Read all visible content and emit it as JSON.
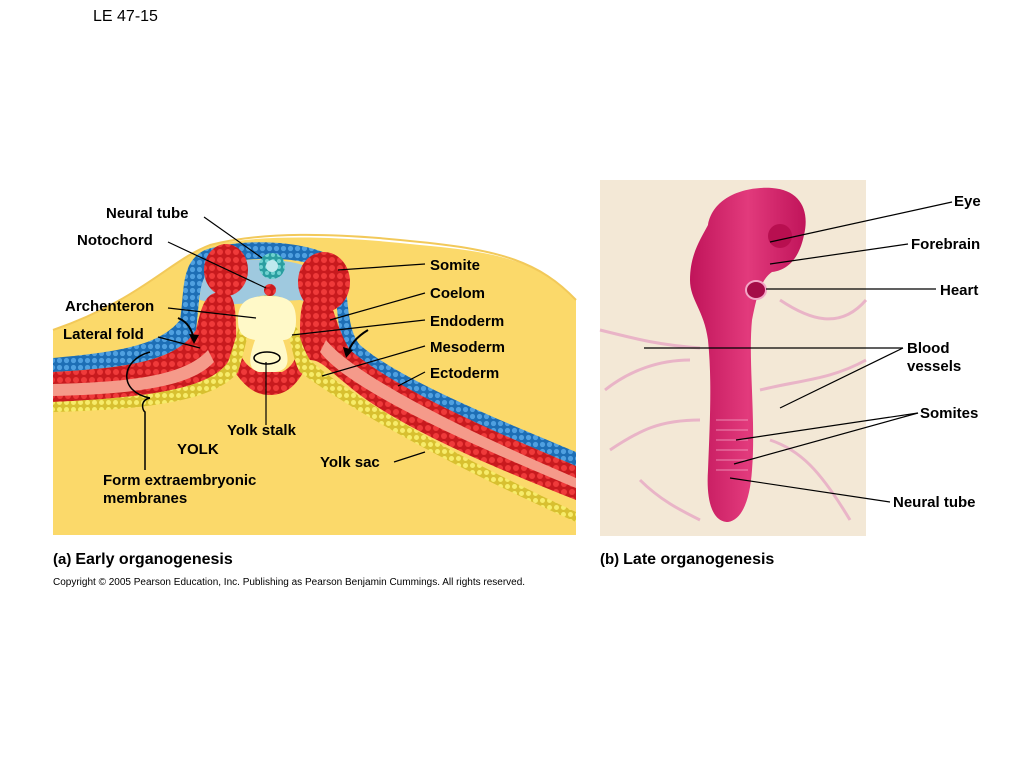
{
  "slide_label": "LE 47-15",
  "panel_a": {
    "caption_tag": "(a)",
    "caption_title": "Early organogenesis",
    "labels": {
      "neural_tube": "Neural tube",
      "notochord": "Notochord",
      "archenteron": "Archenteron",
      "lateral_fold": "Lateral fold",
      "somite": "Somite",
      "coelom": "Coelom",
      "endoderm": "Endoderm",
      "mesoderm": "Mesoderm",
      "ectoderm": "Ectoderm",
      "yolk_stalk": "Yolk stalk",
      "yolk": "YOLK",
      "yolk_sac": "Yolk sac",
      "form_extraembryonic": "Form extraembryonic membranes"
    }
  },
  "panel_b": {
    "caption_tag": "(b)",
    "caption_title": "Late organogenesis",
    "labels": {
      "eye": "Eye",
      "forebrain": "Forebrain",
      "heart": "Heart",
      "blood_vessels": "Blood vessels",
      "somites": "Somites",
      "neural_tube": "Neural tube"
    }
  },
  "copyright": "Copyright © 2005 Pearson Education, Inc. Publishing as Pearson Benjamin Cummings. All rights reserved.",
  "colors": {
    "yolk_bg": "#fbd96a",
    "ectoderm": "#2d7fc4",
    "mesoderm": "#e8262b",
    "endoderm": "#f3e24a",
    "coelom": "#f59a8a",
    "photo_bg": "#f3e8d6",
    "embryo": "#d81e6a"
  }
}
